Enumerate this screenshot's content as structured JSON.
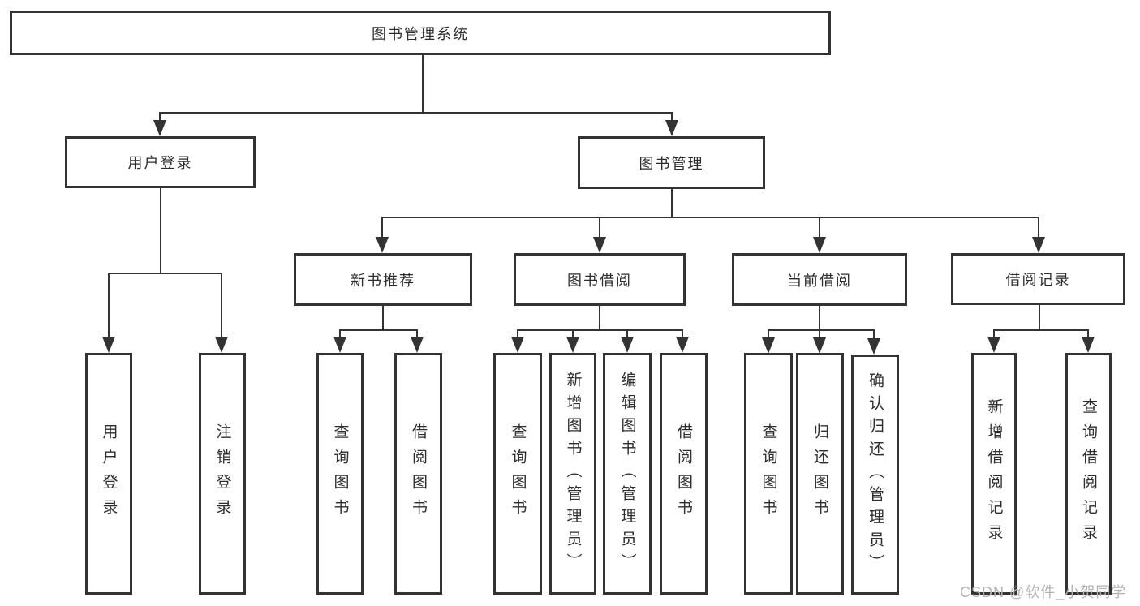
{
  "colors": {
    "line": "#333333",
    "text": "#2d2d2d",
    "watermark": "#b3b3b3",
    "background": "#ffffff"
  },
  "watermark": {
    "text": "CSDN @软件_小贺同学"
  },
  "diagram": {
    "title": "图书管理系统",
    "children": [
      {
        "label": "用户登录",
        "children": [
          {
            "label": "用户登录"
          },
          {
            "label": "注销登录"
          }
        ]
      },
      {
        "label": "图书管理",
        "children": [
          {
            "label": "新书推荐",
            "children": [
              {
                "label": "查询图书"
              },
              {
                "label": "借阅图书"
              }
            ]
          },
          {
            "label": "图书借阅",
            "children": [
              {
                "label": "查询图书"
              },
              {
                "label": "新增图书（管理员）"
              },
              {
                "label": "编辑图书（管理员）"
              },
              {
                "label": "借阅图书"
              }
            ]
          },
          {
            "label": "当前借阅",
            "children": [
              {
                "label": "查询图书"
              },
              {
                "label": "归还图书"
              },
              {
                "label": "确认归还（管理员）"
              }
            ]
          },
          {
            "label": "借阅记录",
            "children": [
              {
                "label": "新增借阅记录"
              },
              {
                "label": "查询借阅记录"
              }
            ]
          }
        ]
      }
    ]
  }
}
